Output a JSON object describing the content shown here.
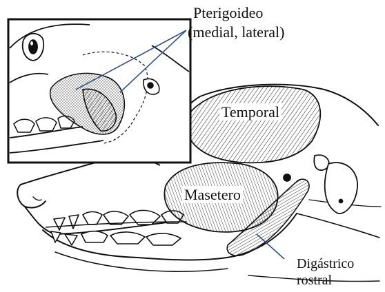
{
  "labels": {
    "pterigoideo_line1": "Pterigoideo",
    "pterigoideo_line2": "(medial, lateral)",
    "temporal": "Temporal",
    "masetero": "Masetero",
    "digastrico_line1": "Digástrico",
    "digastrico_line2": "rostral"
  },
  "colors": {
    "ink": "#111111",
    "leader": "#2c4f8a",
    "paper": "#ffffff"
  }
}
